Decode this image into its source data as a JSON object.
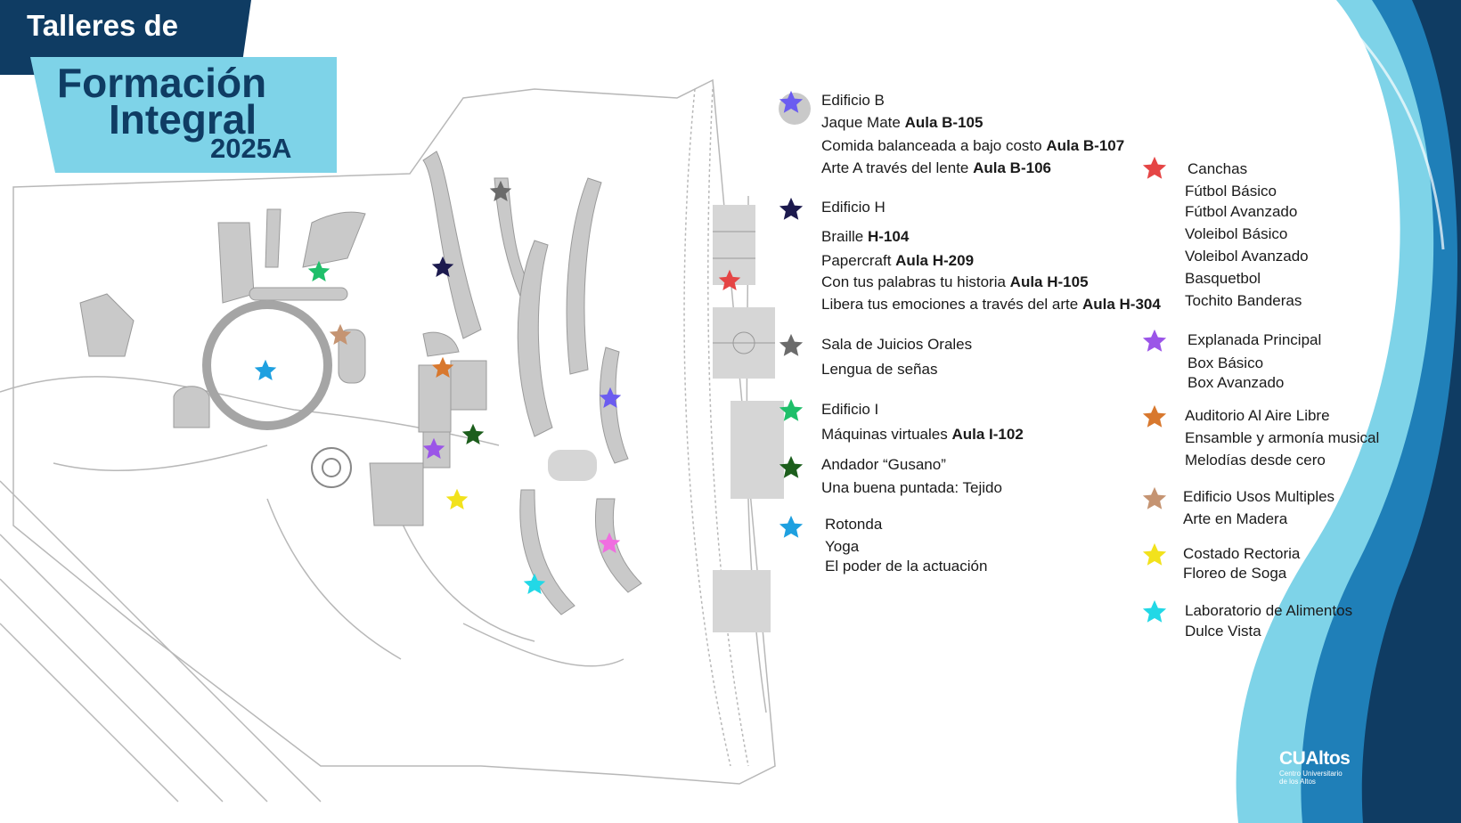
{
  "header": {
    "line1": "Talleres de",
    "line2": "Formación",
    "line3": "Integral",
    "line4": "2025A"
  },
  "colors": {
    "navy": "#0f3c63",
    "light_blue": "#7ed3e8",
    "mid_blue": "#1f7fb8"
  },
  "legend": [
    {
      "id": "b",
      "color": "#6b5cf0",
      "title": "Edificio B",
      "lines": [
        [
          "Jaque Mate ",
          "Aula B-105"
        ],
        [
          "Comida balanceada a bajo costo ",
          "Aula B-107"
        ],
        [
          "Arte A través del lente ",
          "Aula B-106"
        ]
      ]
    },
    {
      "id": "h",
      "color": "#1c1a4e",
      "title": "Edificio H",
      "lines": [
        [
          "Braille ",
          "H-104"
        ],
        [
          "Papercraft ",
          "Aula H-209"
        ],
        [
          "Con tus palabras tu historia ",
          "Aula H-105"
        ],
        [
          "Libera tus emociones a través del arte ",
          "Aula H-304"
        ]
      ]
    },
    {
      "id": "sala",
      "color": "#6b6b6b",
      "title": "Sala de Juicios Orales",
      "lines": [
        [
          "Lengua de señas",
          ""
        ]
      ]
    },
    {
      "id": "i",
      "color": "#1fbf6a",
      "title": "Edificio I",
      "lines": [
        [
          "Máquinas virtuales  ",
          "Aula  I-102"
        ]
      ]
    },
    {
      "id": "gus",
      "color": "#1c5e1c",
      "title": "Andador “Gusano”",
      "lines": [
        [
          "Una buena puntada: Tejido",
          ""
        ]
      ]
    },
    {
      "id": "rot",
      "color": "#1ea0e0",
      "title": "Rotonda",
      "lines": [
        [
          "Yoga",
          ""
        ],
        [
          "El poder de la actuación",
          ""
        ]
      ]
    },
    {
      "id": "can",
      "color": "#e54545",
      "title": "Canchas",
      "lines": [
        [
          "Fútbol Básico",
          ""
        ],
        [
          "Fútbol Avanzado",
          ""
        ],
        [
          "Voleibol Básico",
          ""
        ],
        [
          "Voleibol Avanzado",
          ""
        ],
        [
          "Basquetbol",
          ""
        ],
        [
          "Tochito Banderas",
          ""
        ]
      ]
    },
    {
      "id": "exp",
      "color": "#9b55e8",
      "title": "Explanada Principal",
      "lines": [
        [
          "Box Básico",
          ""
        ],
        [
          "Box Avanzado",
          ""
        ]
      ]
    },
    {
      "id": "aud",
      "color": "#d8782e",
      "title": "Auditorio Al Aire Libre",
      "lines": [
        [
          "Ensamble y armonía musical",
          ""
        ],
        [
          "Melodías desde cero",
          ""
        ]
      ]
    },
    {
      "id": "usos",
      "color": "#c59472",
      "title": "Edificio Usos Multiples",
      "lines": [
        [
          "Arte en Madera",
          ""
        ]
      ]
    },
    {
      "id": "rect",
      "color": "#f2e21c",
      "title": "Costado Rectoria",
      "lines": [
        [
          "Floreo de Soga",
          ""
        ]
      ]
    },
    {
      "id": "lab",
      "color": "#22d8e6",
      "title": "Laboratorio de Alimentos",
      "lines": [
        [
          "Dulce Vista",
          ""
        ]
      ]
    }
  ],
  "logo": {
    "name": "CUAltos",
    "sub1": "Centro Universitario",
    "sub2": "de los Altos"
  }
}
